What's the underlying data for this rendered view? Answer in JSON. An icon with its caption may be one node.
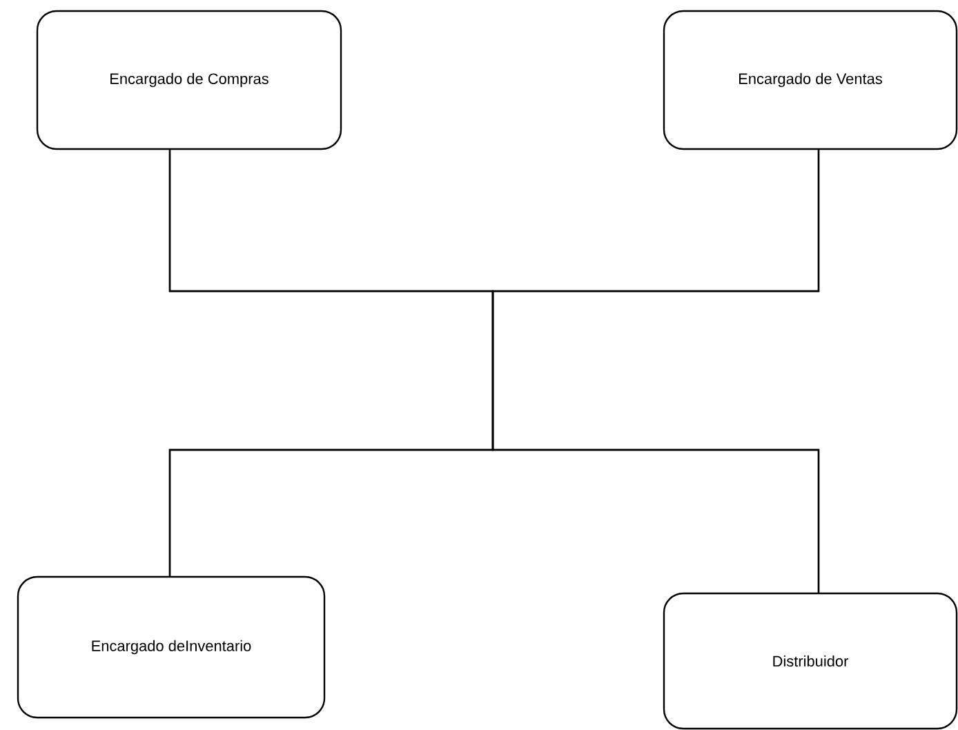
{
  "diagram": {
    "nodes": [
      {
        "text": [
          "Encargado de Compras"
        ]
      },
      {
        "text": [
          "Encargado de Ventas"
        ]
      },
      {
        "text": [
          "Encargado deInventario"
        ]
      },
      {
        "text": [
          "Distribuidor"
        ]
      }
    ],
    "edges": [
      {
        "from": 0,
        "to": 2,
        "arrow": "none"
      },
      {
        "from": 0,
        "to": 3,
        "arrow": "none"
      },
      {
        "from": 1,
        "to": 2,
        "arrow": "none"
      },
      {
        "from": 1,
        "to": 3,
        "arrow": "none"
      }
    ]
  }
}
